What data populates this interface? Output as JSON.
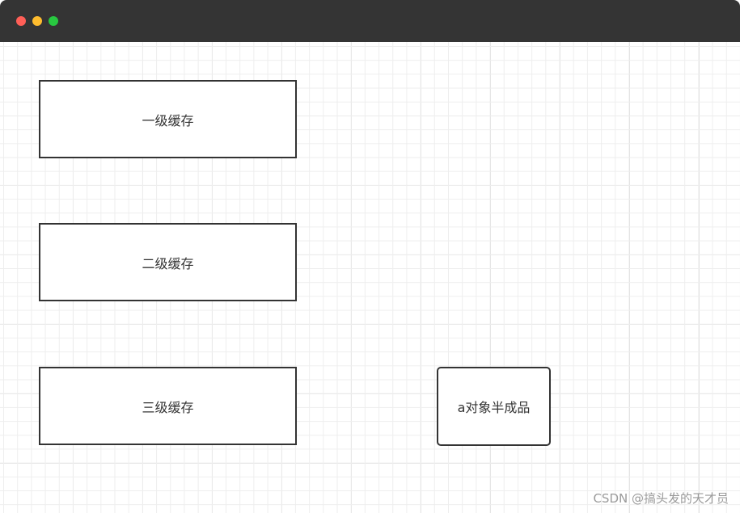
{
  "window": {
    "traffic_lights": [
      {
        "name": "close",
        "color": "#ff5f57"
      },
      {
        "name": "minimize",
        "color": "#febc2e"
      },
      {
        "name": "zoom",
        "color": "#28c840"
      }
    ],
    "titlebar_color": "#343434"
  },
  "diagram": {
    "nodes": {
      "l1_cache": "一级缓存",
      "l2_cache": "二级缓存",
      "l3_cache": "三级缓存",
      "half_object": "a对象半成品"
    }
  },
  "watermark": {
    "text": "CSDN @搞头发的天才员"
  }
}
